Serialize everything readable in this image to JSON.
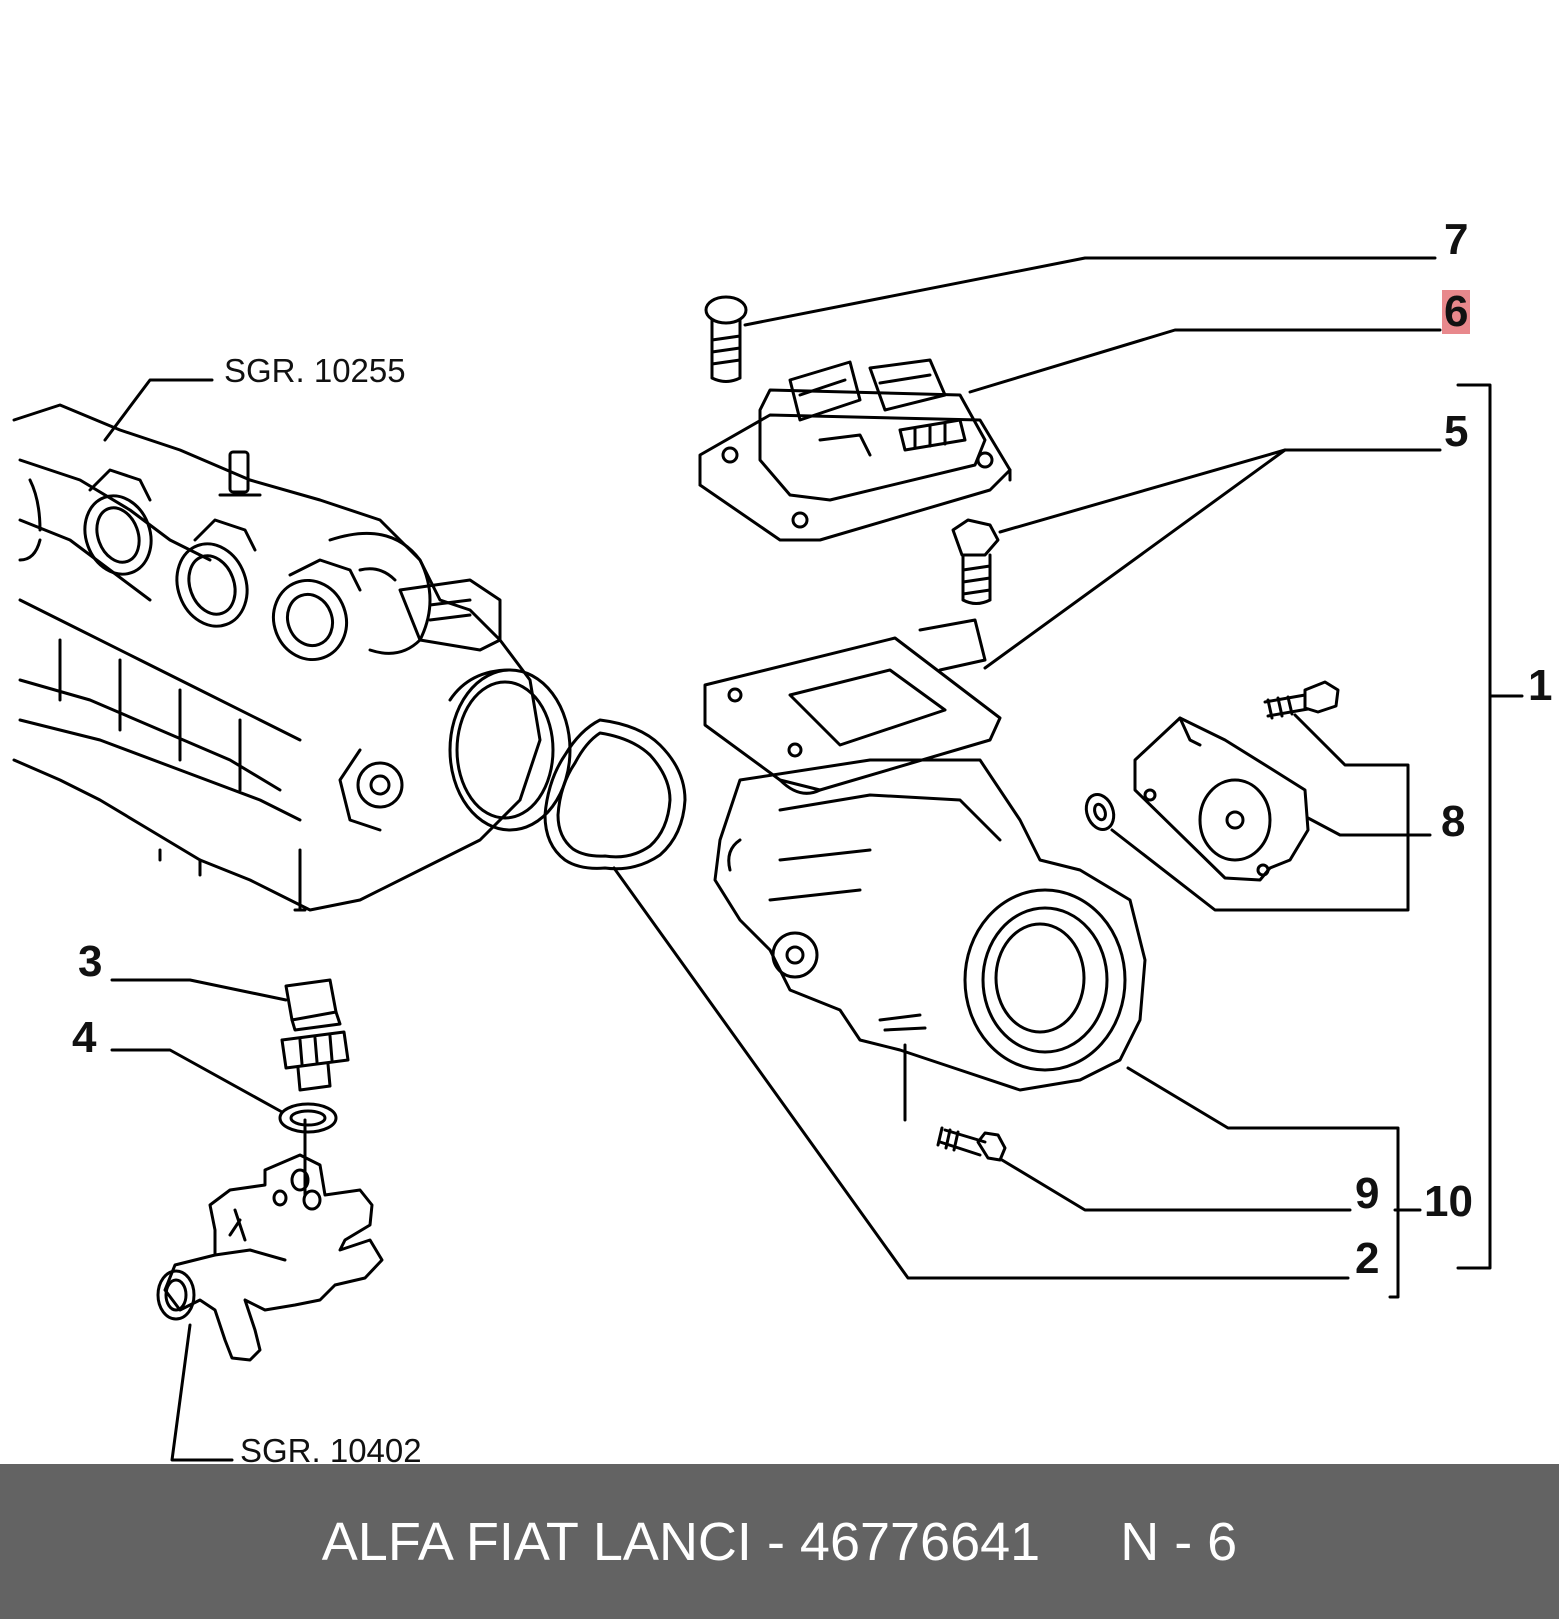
{
  "diagram": {
    "references": {
      "upper": "SGR. 10255",
      "lower": "SGR. 10402"
    },
    "callouts": {
      "c1": "1",
      "c2": "2",
      "c3": "3",
      "c4": "4",
      "c5": "5",
      "c6": "6",
      "c7": "7",
      "c8": "8",
      "c9": "9",
      "c10": "10"
    },
    "highlighted": "6",
    "highlight_color": "#e8888c"
  },
  "footer": {
    "part_code": "ALFA FIAT LANCI - 46776641",
    "position": "N - 6",
    "background": "#636363"
  }
}
